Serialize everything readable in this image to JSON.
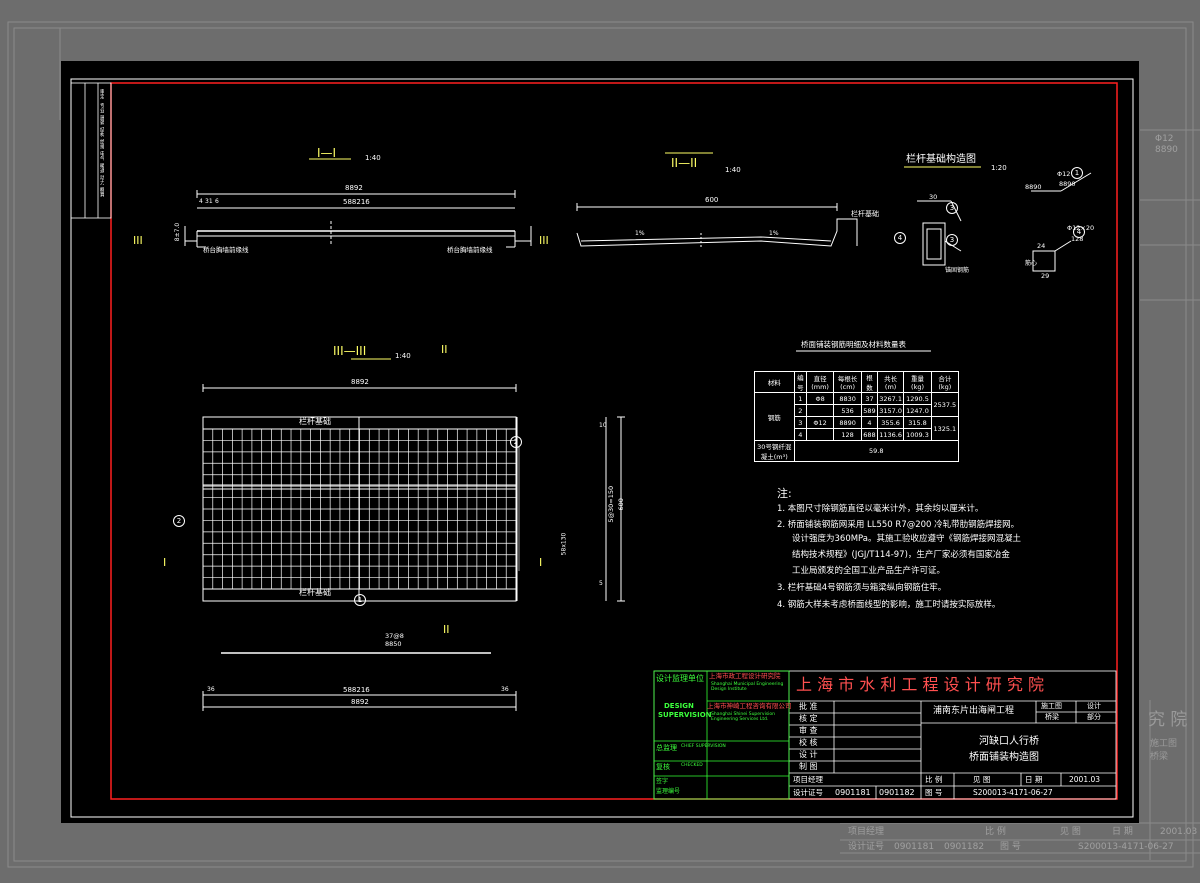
{
  "sections": {
    "s1": {
      "label": "I—I",
      "scale": "1:40",
      "dim_total": "8892",
      "dim_inner": "588216",
      "left_label": "桥台胸墙前缘线",
      "right_label": "桥台胸墙前缘线",
      "cut": "III",
      "height": "8±7.0",
      "d_a": "4",
      "d_b": "31",
      "d_c": "6"
    },
    "s2": {
      "label": "II—II",
      "scale": "1:40",
      "dim": "600",
      "found": "栏杆基础",
      "slope": "1%"
    },
    "s3": {
      "label": "III—III",
      "scale": "1:40",
      "dim_top": "8892",
      "dim_bottom_inner": "588216",
      "dim_bottom_total": "8892",
      "top_label": "栏杆基础",
      "bottom_label": "栏杆基础",
      "cut_ii": "II",
      "cut_i": "I",
      "dim_side": "5@30=150",
      "dim_600": "600",
      "dim_58": "58x130",
      "dim_8850": "8850",
      "dim_37": "37@8",
      "d10": "10",
      "d5": "5",
      "d36": "36"
    },
    "s4": {
      "label": "栏杆基础构造图",
      "scale": "1:20",
      "dim30": "30",
      "item_a": "Φ12",
      "item_a_len": "8890",
      "item_b": "Φ12×20",
      "item_b_len": "128",
      "dim24": "24",
      "dim29": "29",
      "dim8890": "8890",
      "anchor": "锚固钢筋",
      "label_box": "筋心"
    }
  },
  "markers": [
    "1",
    "2",
    "3",
    "4"
  ],
  "table": {
    "title": "桥面铺装钢筋明细及材料数量表",
    "headers": [
      "材料",
      "编号",
      "直径(mm)",
      "每根长(cm)",
      "根数",
      "共长(m)",
      "重量(kg)",
      "合计(kg)"
    ],
    "group_label": "钢筋",
    "rows": [
      [
        "1",
        "Φ8",
        "8830",
        "37",
        "3267.1",
        "1290.5"
      ],
      [
        "2",
        "",
        "536",
        "589",
        "3157.0",
        "1247.0"
      ],
      [
        "3",
        "Φ12",
        "8890",
        "4",
        "355.6",
        "315.8"
      ],
      [
        "4",
        "",
        "128",
        "688",
        "1136.6",
        "1009.3"
      ]
    ],
    "totals": [
      "2537.5",
      "1325.1"
    ],
    "concrete_label": "30号钢纤混凝土(m³)",
    "concrete_value": "59.8"
  },
  "notes": {
    "title": "注:",
    "items": [
      "1. 本图尺寸除钢筋直径以毫米计外，其余均以厘米计。",
      "2. 桥面铺装钢筋网采用 LL550 R7@200 冷轧带肋钢筋焊接网。",
      "设计强度为360MPa。其施工验收应遵守《钢筋焊接网混凝土",
      "结构技术规程》(JGJ/T114-97)，生产厂家必须有国家冶金",
      "工业局颁发的全国工业产品生产许可证。",
      "3. 栏杆基础4号钢筋须与箱梁纵向钢筋住牢。",
      "4. 钢筋大样未考虑桥面线型的影响，施工时请按实际放样。"
    ]
  },
  "title_block": {
    "institute": "上 海 市 水 利 工 程 设 计 研 究 院",
    "supervision_cn": "设计监理单位",
    "supervision_en1": "DESIGN",
    "supervision_en2": "SUPERVISION",
    "unit1_cn": "上海市政工程设计研究院",
    "unit1_en": "Shanghai Municipal Engineering Design Institute",
    "unit2_cn": "上海市神崎工程咨询有限公司",
    "unit2_en": "Shanghai Shinei Supervision Engineering Services Ltd.",
    "chief_label": "总监理",
    "chief_en": "CHIEF SUPERVISION",
    "review_label": "复核",
    "review_en": "CHECKED",
    "sign_label": "签字",
    "supervise_no": "监理编号",
    "roles": [
      "批 准",
      "核 定",
      "审 查",
      "校 核",
      "设 计",
      "制 图"
    ],
    "project": "浦南东片出海闸工程",
    "stage_label": "施工图",
    "stage_value": "设计",
    "part_label": "桥梁",
    "part_value": "部分",
    "drawing_title1": "河缺口人行桥",
    "drawing_title2": "桥面铺装构造图",
    "project_manager": "项目经理",
    "scale_label": "比 例",
    "scale_value": "见 图",
    "date_label": "日 期",
    "date_value": "2001.03",
    "cert_label": "设计证号",
    "cert1": "0901181",
    "cert2": "0901182",
    "drawing_no_label": "图 号",
    "drawing_no": "S200013-4171-06-27"
  },
  "left_strip": [
    "审定结论",
    "专业会签",
    "建筑",
    "结构",
    "给排水",
    "电气",
    "暖通",
    "动力",
    "概算"
  ],
  "background": {
    "ghost_institute": "究 院",
    "ghost_stage": "施工图",
    "ghost_part": "桥梁",
    "ghost_cert_label": "设计证号",
    "ghost_cert1": "0901181",
    "ghost_cert2": "0901182",
    "ghost_pm": "项目经理",
    "ghost_scale": "比 例",
    "ghost_scale_value": "见 图",
    "ghost_date": "日 期",
    "ghost_date_value": "2001.03",
    "ghost_drawing_no_label": "图 号",
    "ghost_drawing_no": "S200013-4171-06-27",
    "ghost_phi": "Φ12",
    "ghost_len": "8890"
  },
  "colors": {
    "sheet": "#000000",
    "frame": "#ff2020",
    "lines": "#ffffff",
    "title_red": "#ff4040",
    "supervision_green": "#33ff33",
    "highlight": "#ffff66"
  }
}
